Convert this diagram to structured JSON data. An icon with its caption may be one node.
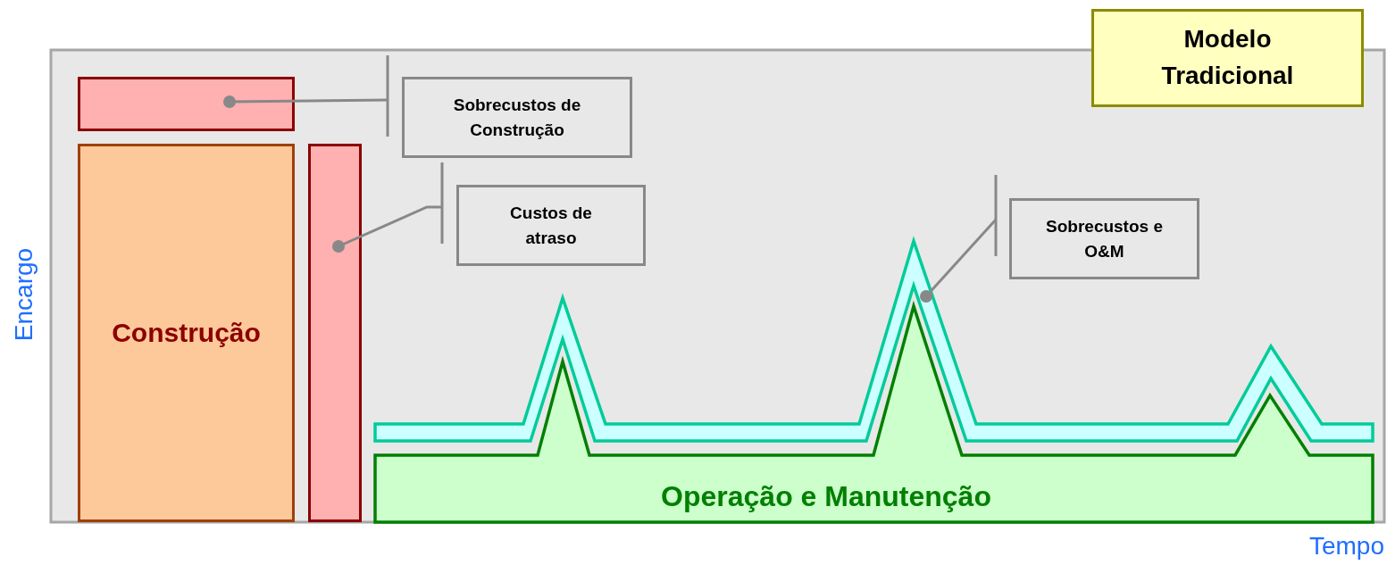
{
  "diagram": {
    "nodes": [
      {
        "text": [
          "Modelo Tradicional"
        ]
      },
      {
        "text": [],
        "shape": "bar"
      },
      {
        "text": [
          "Construção"
        ]
      },
      {
        "text": [],
        "shape": "bar"
      },
      {
        "text": [],
        "shape": "band"
      },
      {
        "text": [
          "Operação e Manutenção"
        ]
      },
      {
        "text": [
          "Sobrecustos de Construção"
        ]
      },
      {
        "text": [
          "Custos de atraso"
        ]
      },
      {
        "text": [
          "Sobrecustos e O&M"
        ]
      }
    ],
    "edges": [
      {
        "from": 6,
        "to": 1,
        "arrow": "other"
      },
      {
        "from": 7,
        "to": 3,
        "arrow": "other"
      },
      {
        "from": 8,
        "to": 4,
        "arrow": "other"
      }
    ],
    "labels": [
      "Encargo",
      "Tempo"
    ]
  }
}
